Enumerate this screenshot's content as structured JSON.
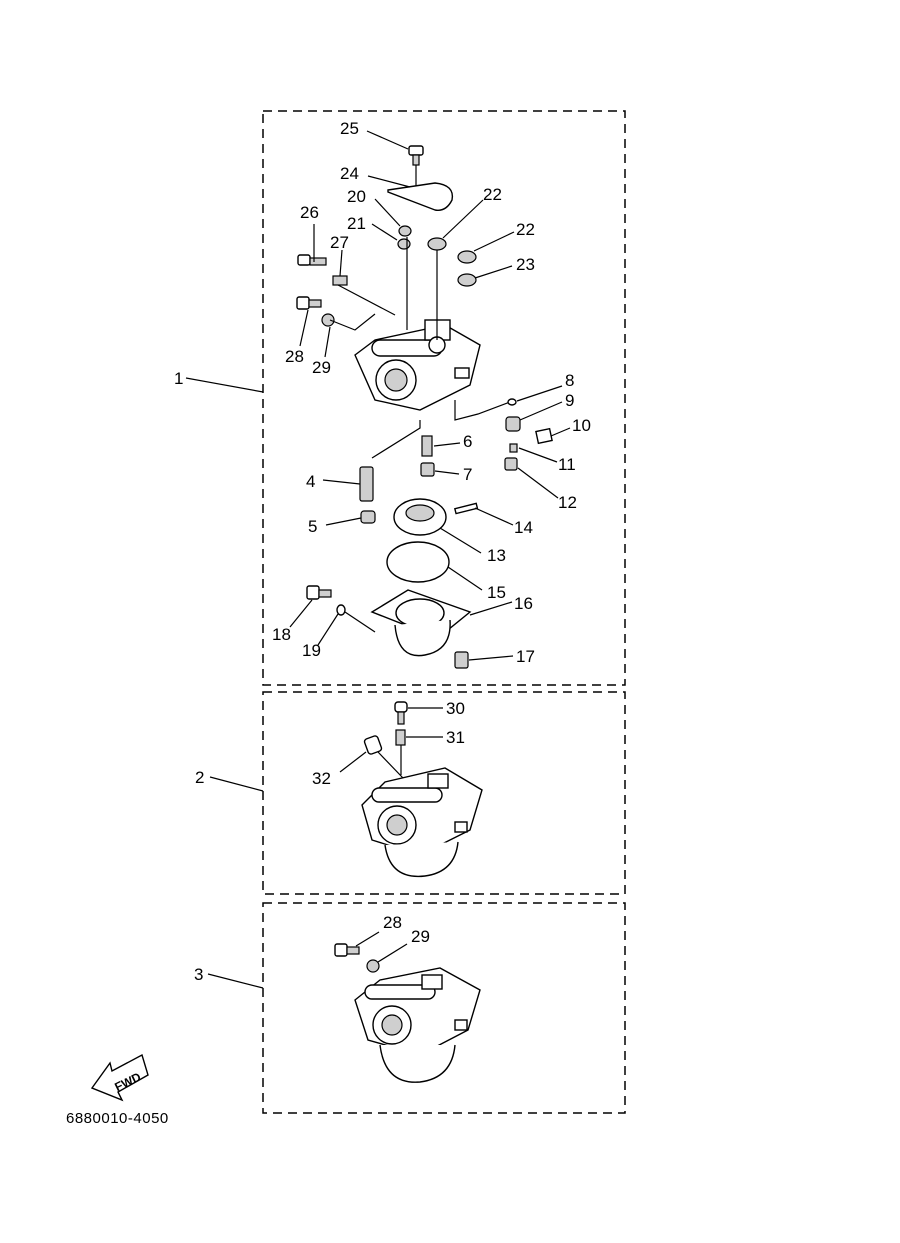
{
  "diagram": {
    "catalog_code": "6880010-4050",
    "fwd_label": "FWD",
    "groups": [
      {
        "id": "1",
        "label": "1"
      },
      {
        "id": "2",
        "label": "2"
      },
      {
        "id": "3",
        "label": "3"
      }
    ],
    "callouts": {
      "c1": "1",
      "c2": "2",
      "c3": "3",
      "c4": "4",
      "c5": "5",
      "c6": "6",
      "c7": "7",
      "c8": "8",
      "c9": "9",
      "c10": "10",
      "c11": "11",
      "c12": "12",
      "c13": "13",
      "c14": "14",
      "c15": "15",
      "c16": "16",
      "c17": "17",
      "c18": "18",
      "c19": "19",
      "c20": "20",
      "c21": "21",
      "c22a": "22",
      "c22b": "22",
      "c23": "23",
      "c24": "24",
      "c25": "25",
      "c26": "26",
      "c27": "27",
      "c28a": "28",
      "c29a": "29",
      "c30": "30",
      "c31": "31",
      "c32": "32",
      "c28b": "28",
      "c29b": "29"
    }
  }
}
